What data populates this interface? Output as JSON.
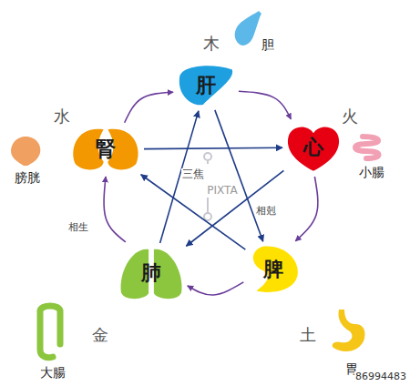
{
  "diagram": {
    "nodes": [
      {
        "text": [
          "肝"
        ]
      },
      {
        "text": [
          "心"
        ]
      },
      {
        "text": [
          "脾"
        ]
      },
      {
        "text": [
          "肺"
        ]
      },
      {
        "text": [
          "腎"
        ]
      }
    ],
    "edges": [
      {
        "from": 0,
        "to": 1,
        "arrow": "to"
      },
      {
        "from": 1,
        "to": 2,
        "arrow": "to"
      },
      {
        "from": 2,
        "to": 3,
        "arrow": "to"
      },
      {
        "from": 3,
        "to": 4,
        "arrow": "to"
      },
      {
        "from": 4,
        "to": 0,
        "arrow": "to"
      },
      {
        "from": 0,
        "to": 2,
        "arrow": "to"
      },
      {
        "from": 2,
        "to": 4,
        "arrow": "to"
      },
      {
        "from": 4,
        "to": 1,
        "arrow": "to"
      },
      {
        "from": 1,
        "to": 3,
        "arrow": "to"
      },
      {
        "from": 3,
        "to": 0,
        "arrow": "to"
      }
    ],
    "labels": [
      "木",
      "胆",
      "火",
      "小腸",
      "土",
      "胃",
      "金",
      "大腸",
      "水",
      "膀胱",
      "三焦",
      "相生",
      "相剋",
      "PIXTA",
      "86994483"
    ]
  }
}
